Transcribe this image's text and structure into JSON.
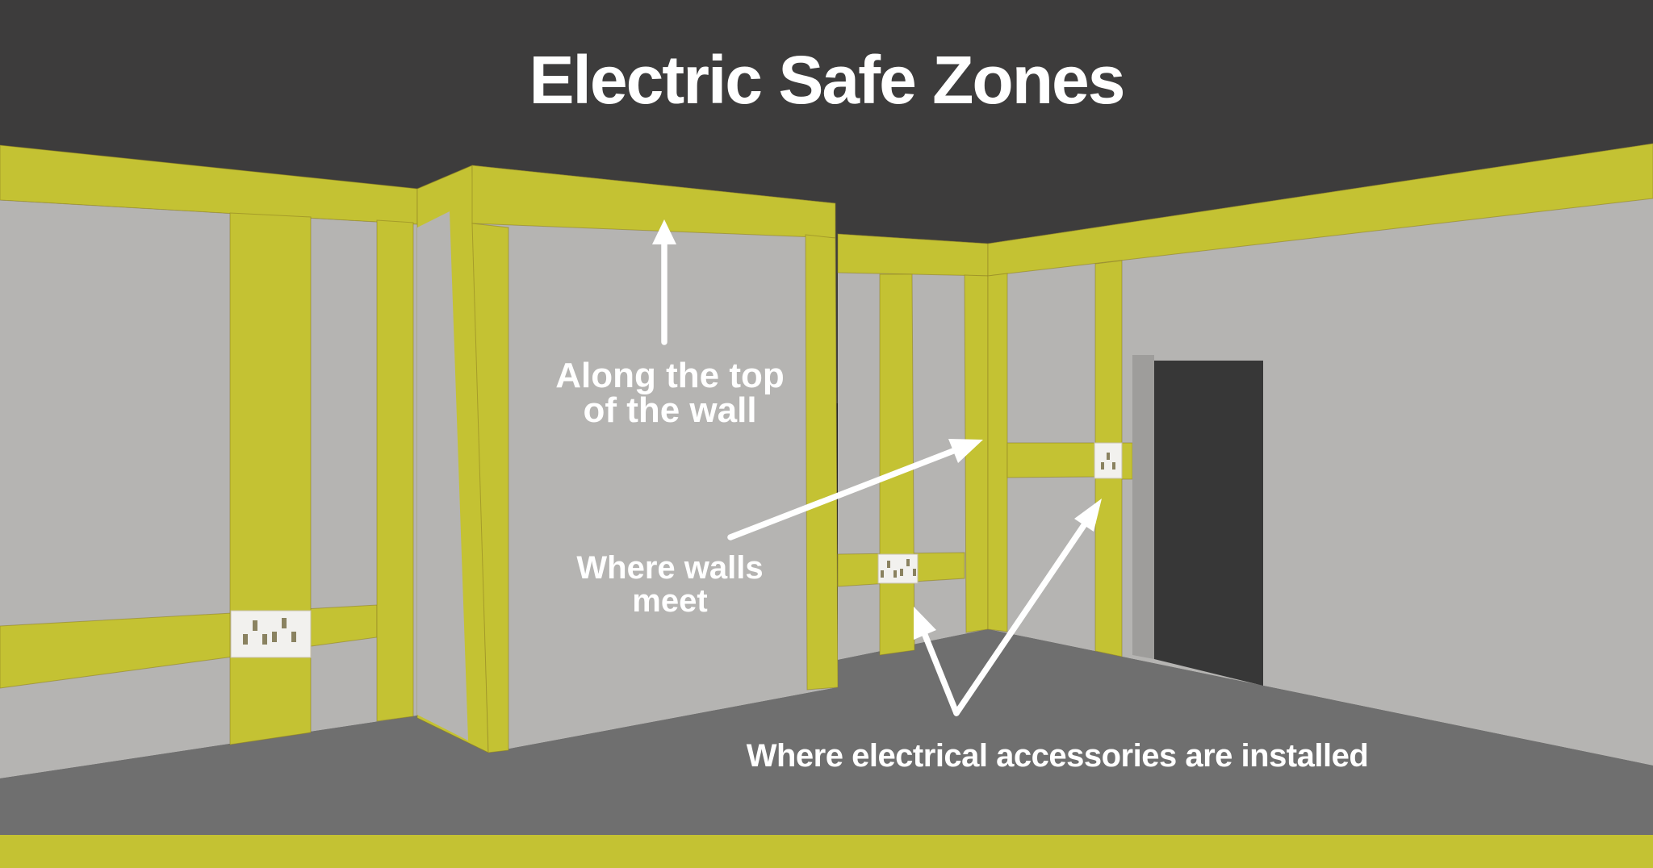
{
  "title": "Electric Safe Zones",
  "labels": {
    "top_of_wall_line1": "Along the top",
    "top_of_wall_line2": "of the wall",
    "walls_meet_line1": "Where walls",
    "walls_meet_line2": "meet",
    "accessories": "Where electrical accessories are installed"
  },
  "icons": {
    "socket_left_wall": "double-socket-icon",
    "socket_recessed_wall": "double-socket-icon",
    "switch_by_door": "single-switch-icon"
  },
  "colors": {
    "ceiling": "#3d3c3c",
    "wall": "#b5b4b2",
    "floor": "#6f6f6f",
    "safe_zone": "#c4c233",
    "band_edge": "#8d7d22",
    "door": "#373737",
    "door_frame": "#9e9d9b",
    "plate": "#f2f1ee",
    "plate_edge": "#c6c0a8",
    "socket_pin": "#8a8260",
    "arrow": "#ffffff",
    "label_text": "#ffffff",
    "bottom_strip": "#c4c233"
  }
}
